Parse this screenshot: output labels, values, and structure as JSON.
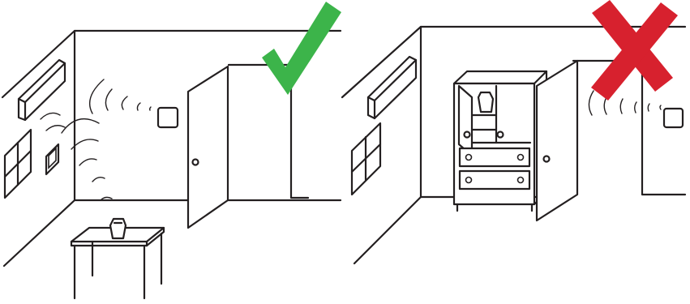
{
  "colors": {
    "line": "#231f20",
    "correct_mark": "#3cb44a",
    "incorrect_mark": "#d7212e",
    "background": "#ffffff"
  },
  "panels": [
    {
      "id": "correct",
      "verdict": "correct",
      "icon": "checkmark-icon"
    },
    {
      "id": "incorrect",
      "verdict": "incorrect",
      "icon": "cross-icon"
    }
  ]
}
